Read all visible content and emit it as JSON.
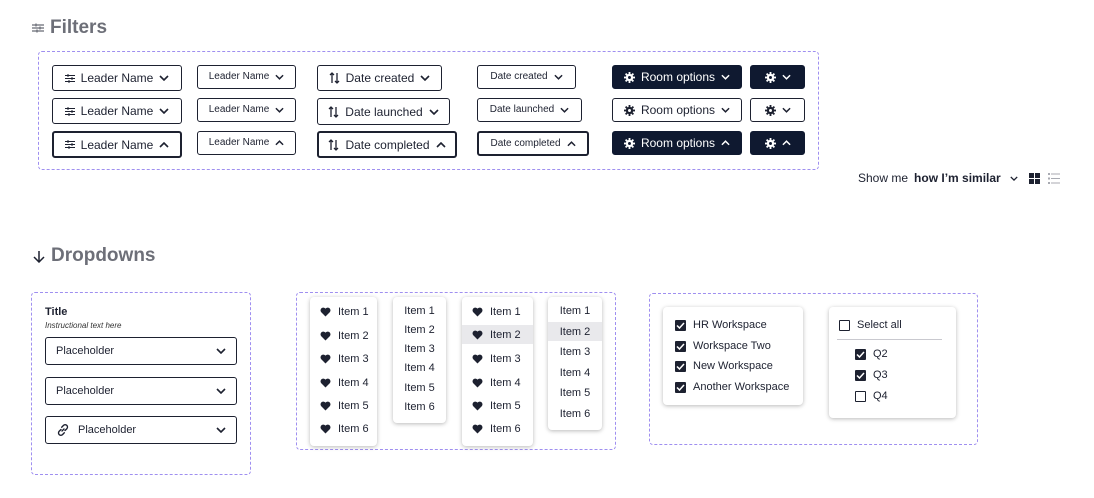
{
  "filters": {
    "title": "Filters",
    "leader_label": "Leader Name",
    "date_created": "Date created",
    "date_launched": "Date launched",
    "date_completed": "Date completed",
    "room_options": "Room options"
  },
  "show_me": {
    "label": "Show me",
    "selected": "how I’m similar"
  },
  "dropdowns": {
    "title": "Dropdowns",
    "form": {
      "title": "Title",
      "help": "Instructional text here",
      "placeholder": "Placeholder"
    },
    "menu_items": [
      "Item 1",
      "Item 2",
      "Item 3",
      "Item 4",
      "Item 5",
      "Item 6"
    ],
    "workspaces": [
      {
        "label": "HR Workspace",
        "checked": true
      },
      {
        "label": "Workspace Two",
        "checked": true
      },
      {
        "label": "New Workspace",
        "checked": true
      },
      {
        "label": "Another Workspace",
        "checked": true
      }
    ],
    "select_all": {
      "label": "Select all",
      "checked": false
    },
    "quarters": [
      {
        "label": "Q2",
        "checked": true
      },
      {
        "label": "Q3",
        "checked": true
      },
      {
        "label": "Q4",
        "checked": false
      }
    ]
  },
  "colors": {
    "dark": "#0f1930",
    "text": "#1d2130",
    "dashed_border": "#9f8ff0",
    "highlight": "#e9e9ec"
  }
}
